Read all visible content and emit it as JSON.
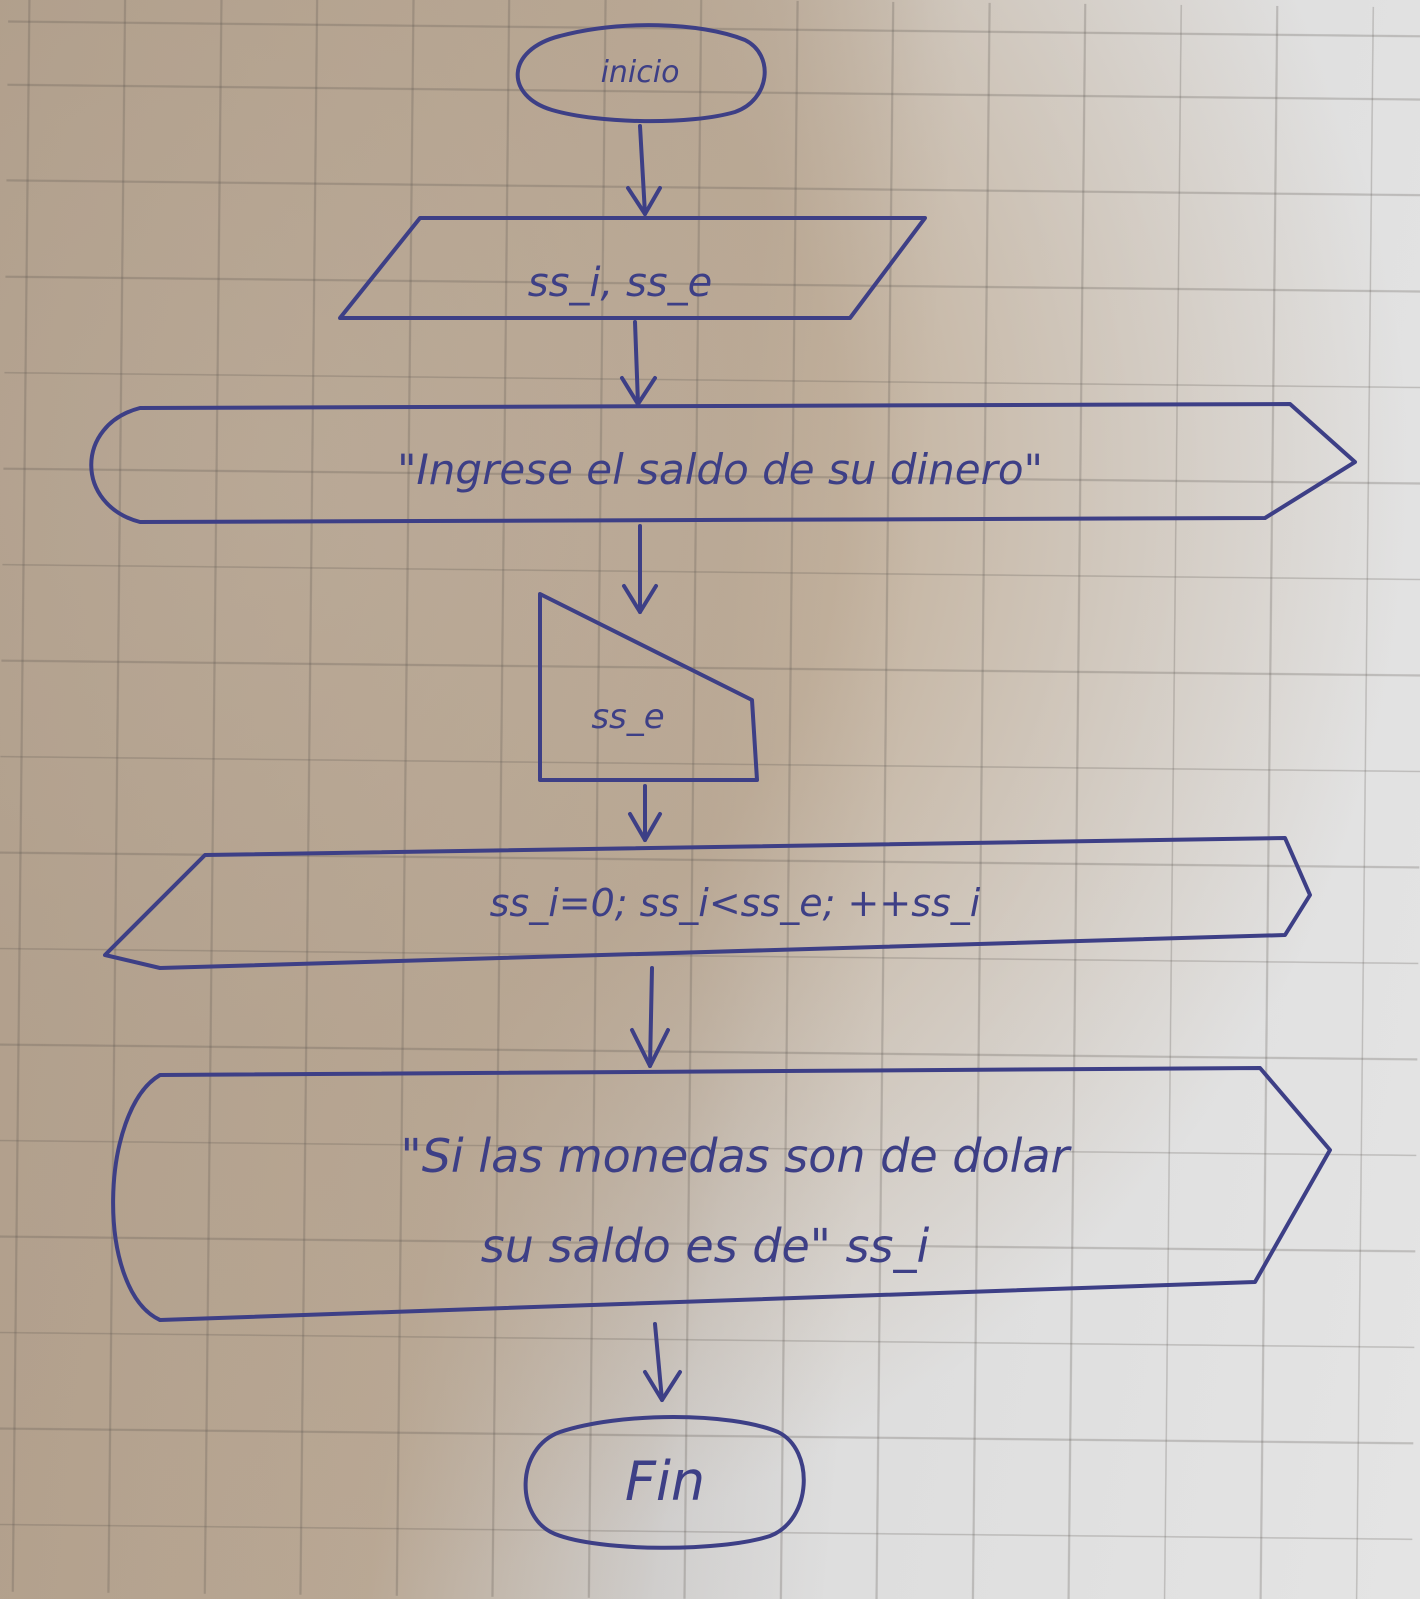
{
  "diagram": {
    "nodes": [
      {
        "id": "inicio",
        "shape": "terminator",
        "lines": [
          "inicio"
        ]
      },
      {
        "id": "vars",
        "shape": "data",
        "lines": [
          "ss_i, ss_e"
        ]
      },
      {
        "id": "prompt",
        "shape": "display",
        "lines": [
          "\"Ingrese el saldo de su dinero\""
        ]
      },
      {
        "id": "input",
        "shape": "manual-input",
        "lines": [
          "ss_e"
        ]
      },
      {
        "id": "loop",
        "shape": "preparation",
        "lines": [
          "ss_i=0; ss_i<ss_e; ++ss_i"
        ]
      },
      {
        "id": "output",
        "shape": "display",
        "lines": [
          "\"Si las monedas son de dolar",
          "su saldo es de\" ss_i"
        ]
      },
      {
        "id": "fin",
        "shape": "terminator",
        "lines": [
          "Fin"
        ]
      }
    ],
    "edges": [
      {
        "from": "inicio",
        "to": "vars"
      },
      {
        "from": "vars",
        "to": "prompt"
      },
      {
        "from": "prompt",
        "to": "input"
      },
      {
        "from": "input",
        "to": "loop"
      },
      {
        "from": "loop",
        "to": "output"
      },
      {
        "from": "output",
        "to": "fin"
      }
    ],
    "ink_color": "#3d3f86"
  }
}
